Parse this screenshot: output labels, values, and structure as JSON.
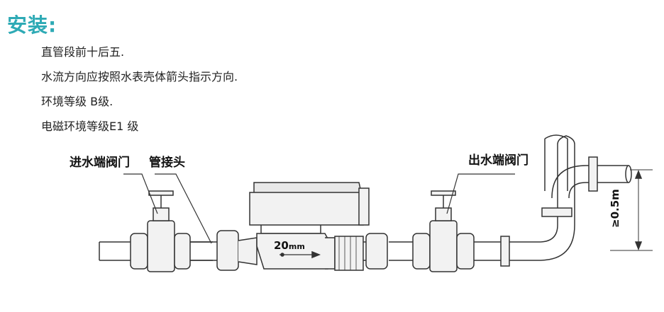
{
  "heading": "安装:",
  "instructions": [
    "直管段前十后五.",
    "水流方向应按照水表壳体箭头指示方向.",
    "环境等级 B级.",
    "电磁环境等级E1 级"
  ],
  "diagram": {
    "label_inlet_valve": "进水端阀门",
    "label_pipe_joint": "管接头",
    "label_outlet_valve": "出水端阀门",
    "meter_size": "20",
    "meter_size_unit": "mm",
    "height_dimension": "≥0.5m",
    "stroke_color": "#333333",
    "fill_color": "#f2f2f2"
  }
}
